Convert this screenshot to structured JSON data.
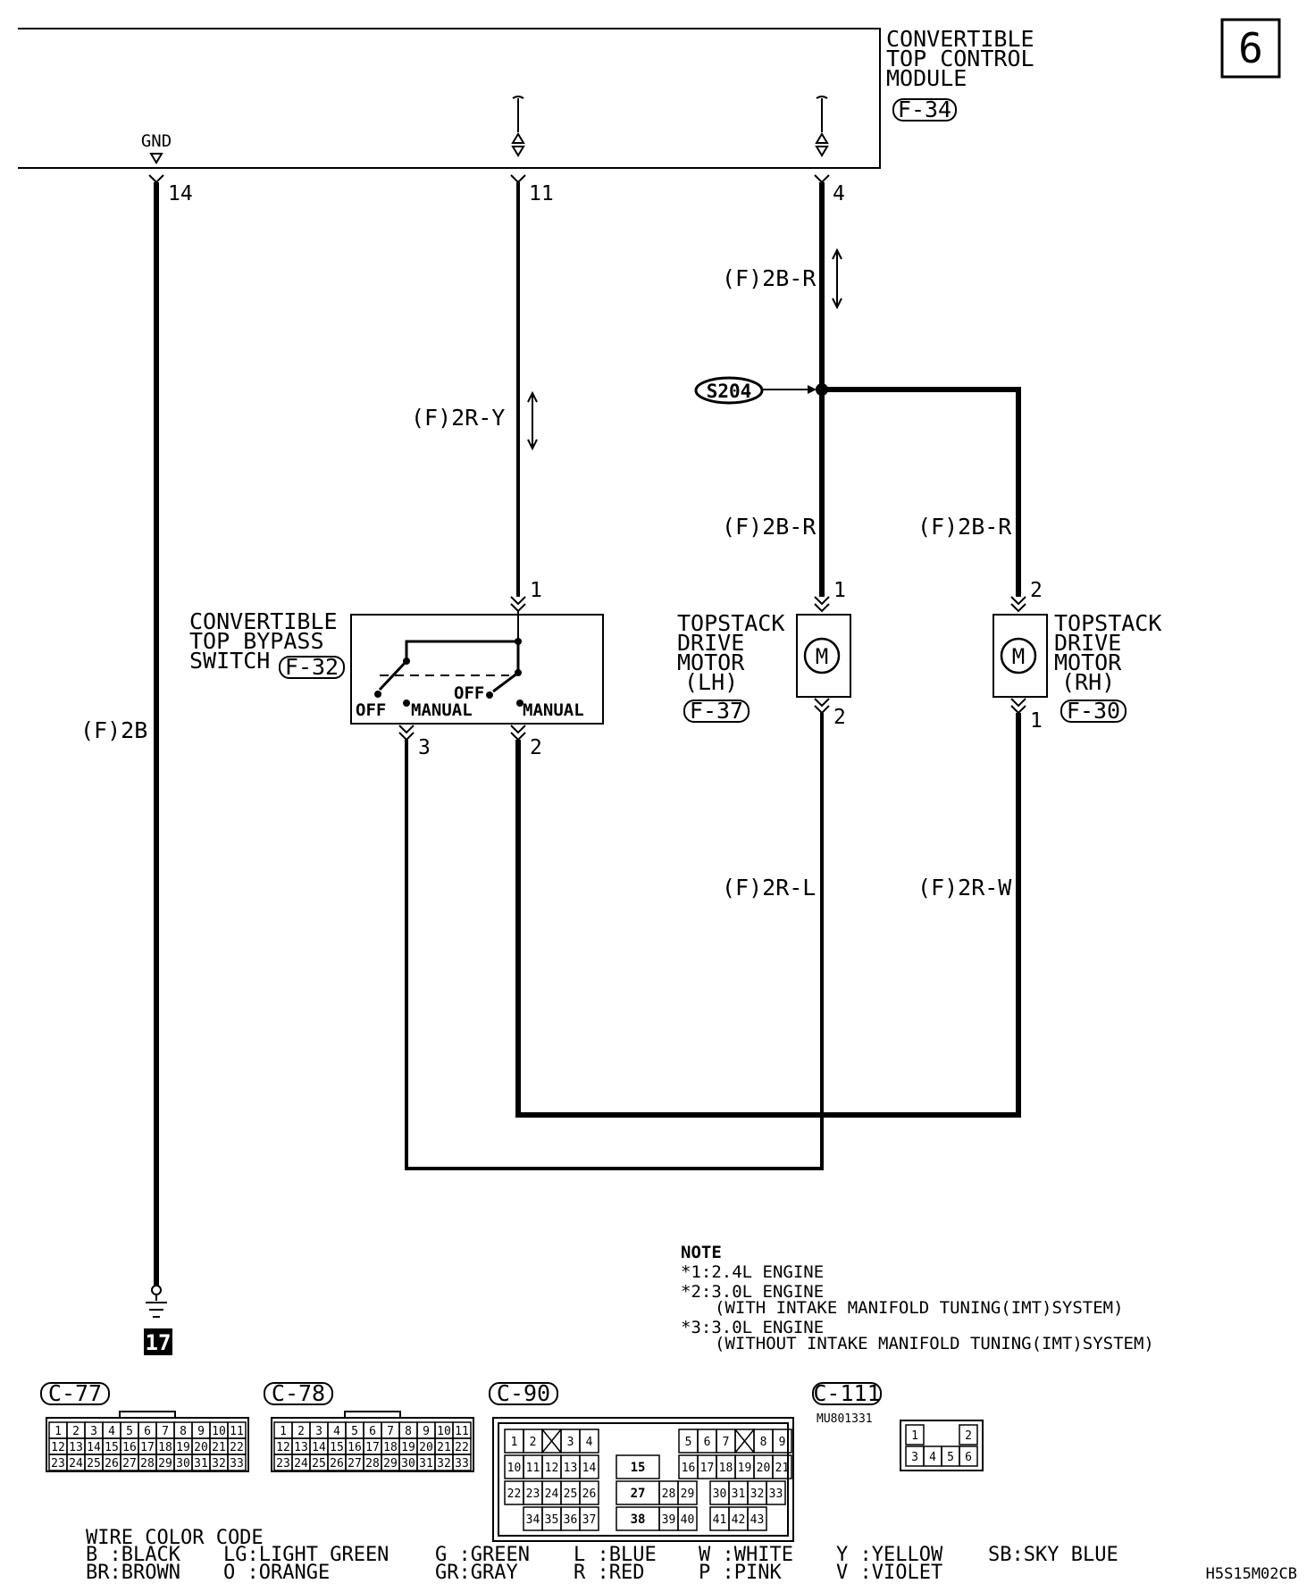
{
  "page_number": "6",
  "module": {
    "title_lines": [
      "CONVERTIBLE",
      "TOP CONTROL",
      "MODULE"
    ],
    "connector": "F-34",
    "gnd": "GND"
  },
  "pins": {
    "gnd": "14",
    "p11": "11",
    "p4": "4",
    "sw1": "1",
    "sw3": "3",
    "sw2": "2",
    "lh1": "1",
    "lh2": "2",
    "rh2": "2",
    "rh1": "1"
  },
  "wires": {
    "w_2b": "(F)2B",
    "w_2ry": "(F)2R-Y",
    "w_2br_top": "(F)2B-R",
    "w_2br_lh": "(F)2B-R",
    "w_2br_rh": "(F)2B-R",
    "w_2rl": "(F)2R-L",
    "w_2rw": "(F)2R-W"
  },
  "splice": "S204",
  "bypass_switch": {
    "title_lines": [
      "CONVERTIBLE",
      "TOP BYPASS",
      "SWITCH"
    ],
    "connector": "F-32",
    "off_left": "OFF",
    "manual_left": "MANUAL",
    "off_right": "OFF",
    "manual_right": "MANUAL"
  },
  "motor_lh": {
    "title_lines": [
      "TOPSTACK",
      "DRIVE",
      "MOTOR",
      "(LH)"
    ],
    "connector": "F-37",
    "symbol": "M"
  },
  "motor_rh": {
    "title_lines": [
      "TOPSTACK",
      "DRIVE",
      "MOTOR",
      "(RH)"
    ],
    "connector": "F-30",
    "symbol": "M"
  },
  "ground": "17",
  "note": {
    "title": "NOTE",
    "lines": [
      "*1:2.4L ENGINE",
      "*2:3.0L ENGINE",
      "(WITH INTAKE MANIFOLD TUNING(IMT)SYSTEM)",
      "*3:3.0L ENGINE",
      "(WITHOUT INTAKE MANIFOLD TUNING(IMT)SYSTEM)"
    ]
  },
  "connectors": {
    "c77": {
      "label": "C-77",
      "rows": [
        [
          "1",
          "2",
          "3",
          "4",
          "5",
          "6",
          "7",
          "8",
          "9",
          "10",
          "11"
        ],
        [
          "12",
          "13",
          "14",
          "15",
          "16",
          "17",
          "18",
          "19",
          "20",
          "21",
          "22"
        ],
        [
          "23",
          "24",
          "25",
          "26",
          "27",
          "28",
          "29",
          "30",
          "31",
          "32",
          "33"
        ]
      ]
    },
    "c78": {
      "label": "C-78",
      "rows": [
        [
          "1",
          "2",
          "3",
          "4",
          "5",
          "6",
          "7",
          "8",
          "9",
          "10",
          "11"
        ],
        [
          "12",
          "13",
          "14",
          "15",
          "16",
          "17",
          "18",
          "19",
          "20",
          "21",
          "22"
        ],
        [
          "23",
          "24",
          "25",
          "26",
          "27",
          "28",
          "29",
          "30",
          "31",
          "32",
          "33"
        ]
      ]
    },
    "c90": {
      "label": "C-90",
      "row1_left": [
        "1",
        "2",
        "",
        "3",
        "4"
      ],
      "row1_right": [
        "5",
        "6",
        "7",
        "",
        "8",
        "9"
      ],
      "row2_left": [
        "10",
        "11",
        "12",
        "13",
        "14"
      ],
      "row2_mid": "15",
      "row2_right": [
        "16",
        "17",
        "18",
        "19",
        "20",
        "21"
      ],
      "row3_left": [
        "22",
        "23",
        "24",
        "25",
        "26"
      ],
      "row3_mid": [
        "27",
        "28",
        "29"
      ],
      "row3_right": [
        "30",
        "31",
        "32",
        "33"
      ],
      "row4_left": [
        "34",
        "35",
        "36",
        "37"
      ],
      "row4_mid": [
        "38",
        "39",
        "40"
      ],
      "row4_right": [
        "41",
        "42",
        "43"
      ]
    },
    "c111": {
      "label": "C-111",
      "part": "MU801331",
      "top": [
        "1",
        "2"
      ],
      "bottom": [
        "3",
        "4",
        "5",
        "6"
      ]
    }
  },
  "wire_color_code": {
    "title": "WIRE COLOR CODE",
    "row1": [
      "B :BLACK",
      "LG:LIGHT GREEN",
      "G :GREEN",
      "L :BLUE",
      "W :WHITE",
      "Y :YELLOW",
      "SB:SKY BLUE"
    ],
    "row2": [
      "BR:BROWN",
      "O :ORANGE",
      "GR:GRAY",
      "R :RED",
      "P :PINK",
      "V :VIOLET"
    ]
  },
  "doc_code": "H5S15M02CB"
}
